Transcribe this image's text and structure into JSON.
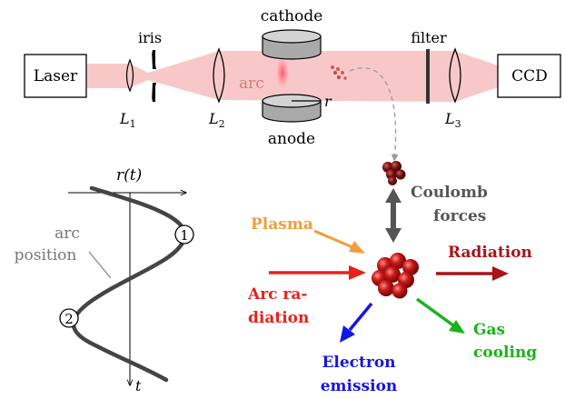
{
  "optics": {
    "laser": "Laser",
    "ccd": "CCD",
    "iris": "iris",
    "filter": "filter",
    "cathode": "cathode",
    "anode": "anode",
    "arc": "arc",
    "r": "r",
    "lenses": {
      "l1": "L",
      "l1_sub": "1",
      "l2": "L",
      "l2_sub": "2",
      "l3": "L",
      "l3_sub": "3"
    }
  },
  "plot": {
    "axis_r": "r(t)",
    "axis_t": "t",
    "arc_label_1": "arc",
    "arc_label_2": "position",
    "marker_1": "1",
    "marker_2": "2"
  },
  "forces": {
    "plasma": "Plasma",
    "arc_radiation_1": "Arc ra-",
    "arc_radiation_2": "diation",
    "coulomb_1": "Coulomb",
    "coulomb_2": "forces",
    "radiation": "Radiation",
    "gas_cooling_1": "Gas",
    "gas_cooling_2": "cooling",
    "electron_1": "Electron",
    "electron_2": "emission"
  },
  "colors": {
    "beam": "#f8c8c8",
    "plasma": "#f39c3b",
    "arc_radiation": "#e8211c",
    "radiation": "#a8141a",
    "coulomb": "#555555",
    "gas_cooling": "#19b319",
    "electron": "#1515e6",
    "electrode": "#a9a9a9"
  }
}
